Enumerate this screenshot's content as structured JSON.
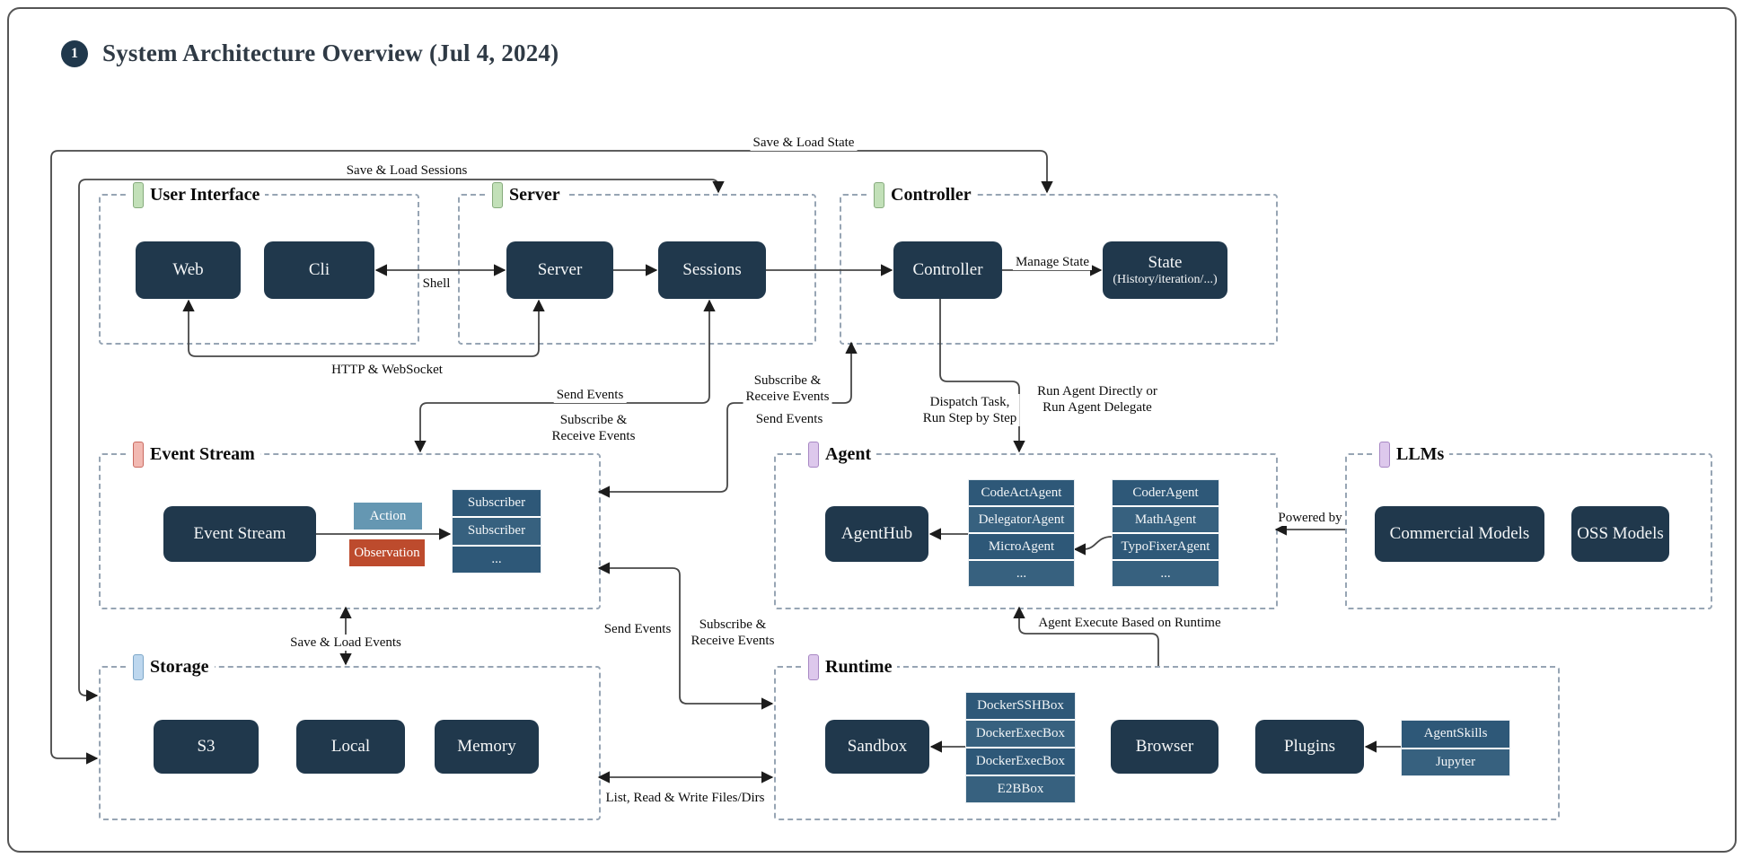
{
  "title": {
    "badge": "1",
    "text": "System Architecture Overview (Jul 4, 2024)"
  },
  "colors": {
    "node_bg": "#20384c",
    "stack_row_a": "#2e5878",
    "stack_row_b": "#37617f",
    "action_chip": "#6597b2",
    "observation_chip": "#bd4b2d",
    "tag_green": "#c2e0b8",
    "tag_red": "#f2b9b2",
    "tag_blue": "#bdd7ee",
    "tag_purple": "#ddc8ec",
    "dashed_border": "#97a5b4",
    "wire": "#474747"
  },
  "groups": {
    "user_interface": {
      "label": "User Interface"
    },
    "server": {
      "label": "Server"
    },
    "controller": {
      "label": "Controller"
    },
    "event_stream": {
      "label": "Event Stream"
    },
    "agent": {
      "label": "Agent"
    },
    "llms": {
      "label": "LLMs"
    },
    "storage": {
      "label": "Storage"
    },
    "runtime": {
      "label": "Runtime"
    }
  },
  "nodes": {
    "web": {
      "label": "Web"
    },
    "cli": {
      "label": "Cli"
    },
    "server": {
      "label": "Server"
    },
    "sessions": {
      "label": "Sessions"
    },
    "controller": {
      "label": "Controller"
    },
    "state": {
      "label": "State",
      "sub": "(History/iteration/...)"
    },
    "event_stream": {
      "label": "Event Stream"
    },
    "agenthub": {
      "label": "AgentHub"
    },
    "commercial_models": {
      "label": "Commercial Models"
    },
    "oss_models": {
      "label": "OSS Models"
    },
    "s3": {
      "label": "S3"
    },
    "local": {
      "label": "Local"
    },
    "memory": {
      "label": "Memory"
    },
    "sandbox": {
      "label": "Sandbox"
    },
    "browser": {
      "label": "Browser"
    },
    "plugins": {
      "label": "Plugins"
    }
  },
  "chips": {
    "action": "Action",
    "observation": "Observation"
  },
  "stacks": {
    "subscribers": {
      "rows": [
        "Subscriber",
        "Subscriber",
        "..."
      ]
    },
    "agents_a": {
      "rows": [
        "CodeActAgent",
        "DelegatorAgent",
        "MicroAgent",
        "..."
      ]
    },
    "agents_b": {
      "rows": [
        "CoderAgent",
        "MathAgent",
        "TypoFixerAgent",
        "..."
      ]
    },
    "docker": {
      "rows": [
        "DockerSSHBox",
        "DockerExecBox",
        "DockerExecBox",
        "E2BBox"
      ]
    },
    "plugin_exts": {
      "rows": [
        "AgentSkills",
        "Jupyter"
      ]
    }
  },
  "edge_labels": {
    "save_load_state": "Save & Load State",
    "save_load_sessions": "Save & Load Sessions",
    "shell": "Shell",
    "manage_state": "Manage State",
    "http_ws": "HTTP & WebSocket",
    "send_events_sessions": "Send Events",
    "sub_recv_sessions": "Subscribe &\nReceive Events",
    "sub_recv_controller": "Subscribe &\nReceive Events",
    "send_events_controller": "Send Events",
    "dispatch_task": "Dispatch Task,\nRun Step by Step",
    "run_agent": "Run Agent Directly or\nRun Agent Delegate",
    "powered_by": "Powered by",
    "save_load_events": "Save & Load Events",
    "send_events_runtime": "Send Events",
    "sub_recv_runtime": "Subscribe &\nReceive Events",
    "agent_execute": "Agent Execute Based on Runtime",
    "list_read_write": "List, Read & Write Files/Dirs"
  }
}
